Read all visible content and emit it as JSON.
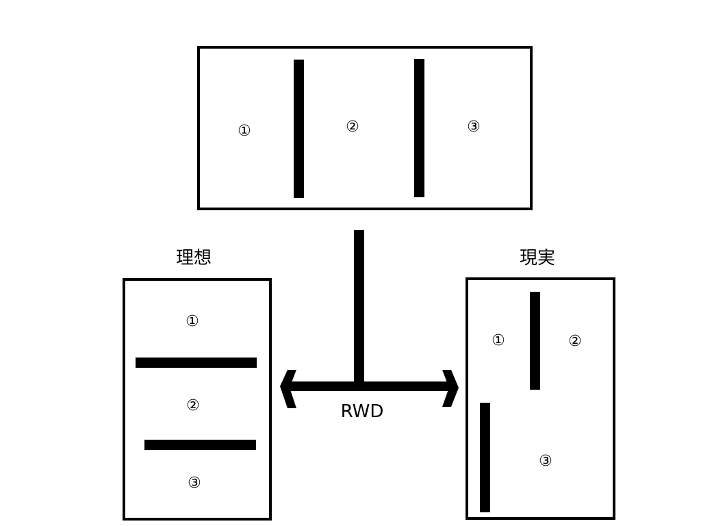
{
  "top_layout": {
    "sections": [
      "①",
      "②",
      "③"
    ]
  },
  "ideal_layout": {
    "title": "理想",
    "sections": [
      "①",
      "②",
      "③"
    ]
  },
  "reality_layout": {
    "title": "現実",
    "sections": [
      "①",
      "②",
      "③"
    ]
  },
  "arrow": {
    "label": "RWD"
  }
}
